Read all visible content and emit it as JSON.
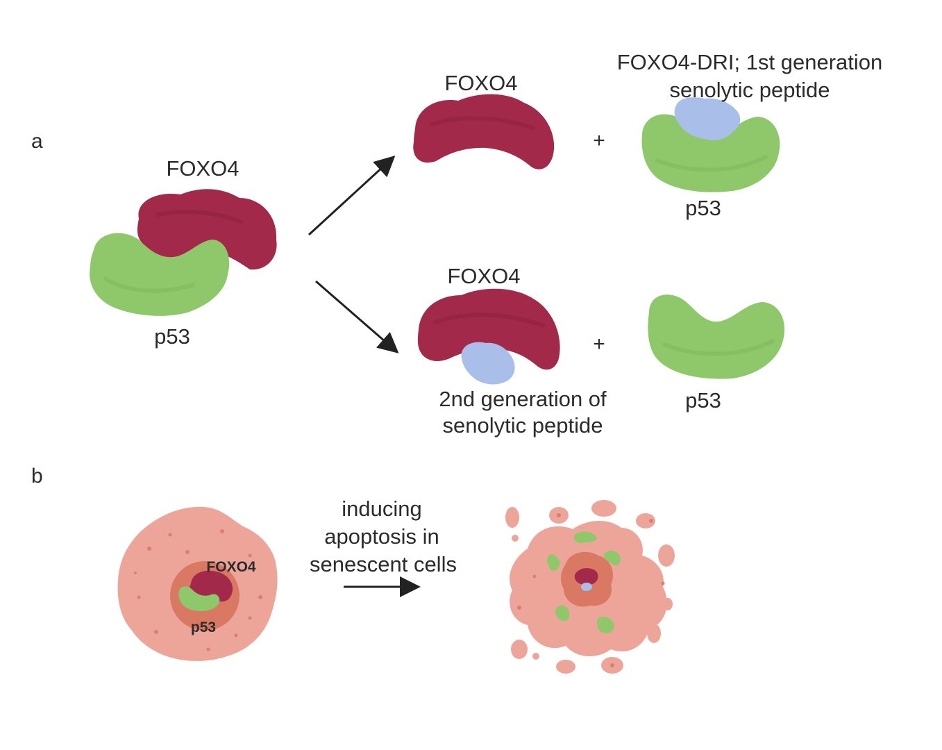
{
  "panels": {
    "a": "a",
    "b": "b"
  },
  "panel_a": {
    "complex_foxo4": "FOXO4",
    "complex_p53": "p53",
    "top": {
      "foxo4": "FOXO4",
      "peptide_line1": "FOXO4-DRI; 1st generation",
      "peptide_line2": "senolytic peptide",
      "p53": "p53",
      "plus": "+"
    },
    "bottom": {
      "foxo4": "FOXO4",
      "peptide_line1": "2nd generation of",
      "peptide_line2": "senolytic peptide",
      "p53": "p53",
      "plus": "+"
    }
  },
  "panel_b": {
    "cell_foxo4": "FOXO4",
    "cell_p53": "p53",
    "arrow_line1": "inducing",
    "arrow_line2": "apoptosis in",
    "arrow_line3": "senescent cells"
  },
  "colors": {
    "foxo4": "#a3294a",
    "p53": "#8fc86b",
    "peptide": "#a9bfe9",
    "cell": "#eda599",
    "nucleus": "#d97964"
  }
}
